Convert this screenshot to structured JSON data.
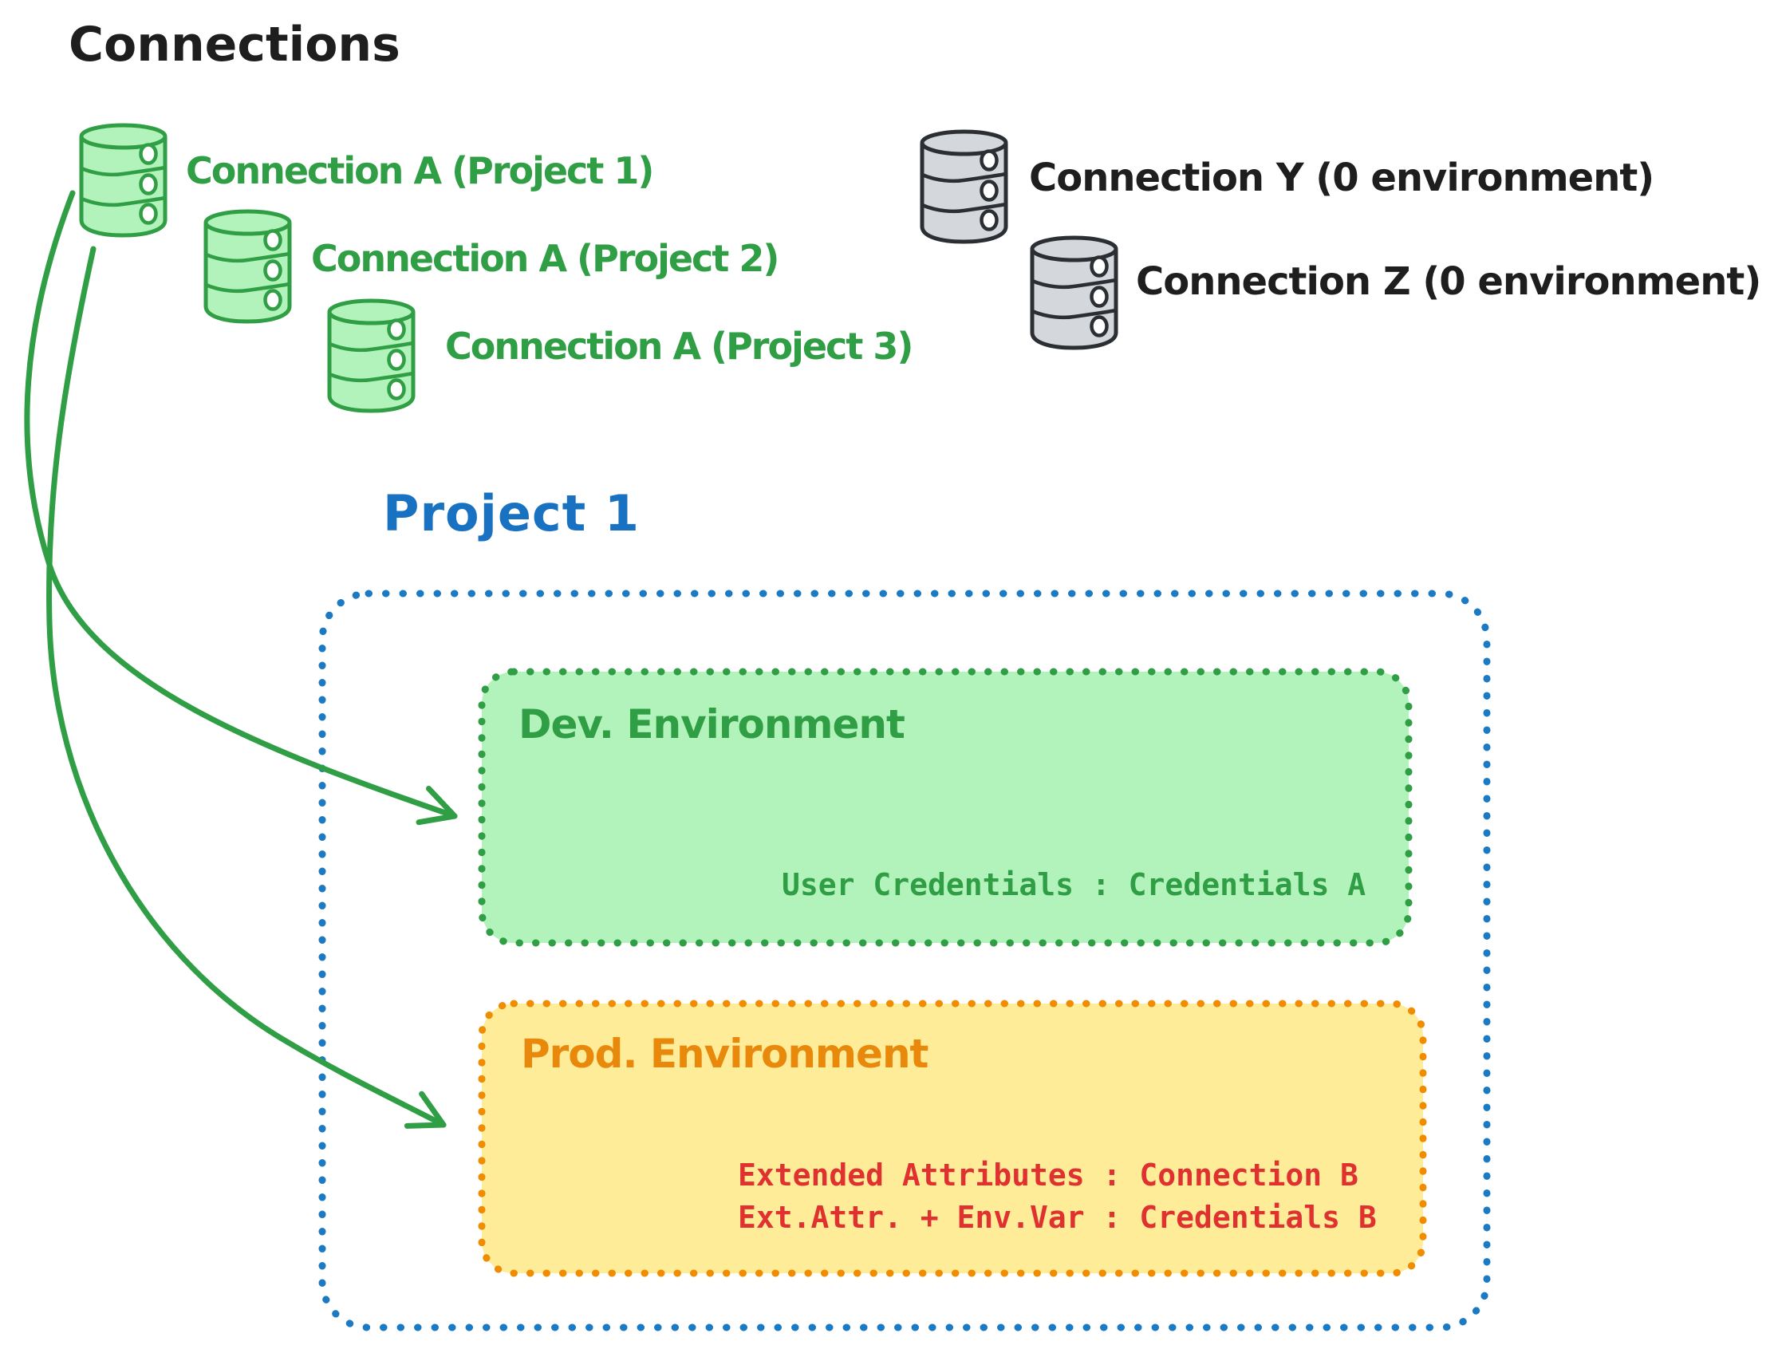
{
  "title": "Connections",
  "palette": {
    "green_stroke": "#2f9e44",
    "green_fill": "#b2f2bb",
    "blue_border": "#1c7ac3",
    "blue_text": "#1971c2",
    "orange_border": "#f08c00",
    "orange_text": "#e8890c",
    "yellow_fill": "#ffec99",
    "red_text": "#e03131",
    "ink": "#1e1e1e",
    "gray_fill": "#d4d8dc",
    "gray_stroke": "#2b2e33"
  },
  "connections": {
    "green": [
      {
        "label": "Connection A (Project 1)"
      },
      {
        "label": "Connection A (Project 2)"
      },
      {
        "label": "Connection A (Project 3)"
      }
    ],
    "gray": [
      {
        "label": "Connection Y (0 environment)"
      },
      {
        "label": "Connection Z (0 environment)"
      }
    ]
  },
  "project": {
    "title": "Project 1",
    "dev": {
      "name": "Dev. Environment",
      "mapping": "User Credentials : Credentials A"
    },
    "prod": {
      "name": "Prod. Environment",
      "mappings": [
        "Extended Attributes : Connection B",
        "Ext.Attr. + Env.Var : Credentials B"
      ]
    }
  }
}
